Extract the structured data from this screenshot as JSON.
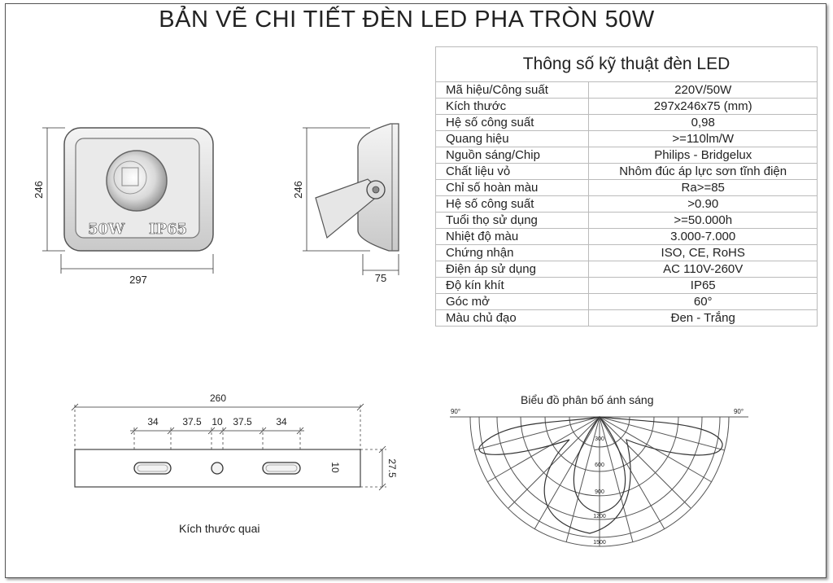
{
  "title": "BẢN VẼ CHI TIẾT ĐÈN LED PHA TRÒN 50W",
  "spec_table": {
    "heading": "Thông số kỹ thuật đèn LED",
    "rows": [
      {
        "label": "Mã hiệu/Công suất",
        "value": "220V/50W"
      },
      {
        "label": "Kích thước",
        "value": "297x246x75 (mm)"
      },
      {
        "label": "Hệ số công suất",
        "value": "0,98"
      },
      {
        "label": "Quang hiệu",
        "value": ">=110lm/W"
      },
      {
        "label": "Nguồn sáng/Chip",
        "value": "Philips - Bridgelux"
      },
      {
        "label": "Chất liệu vỏ",
        "value": "Nhôm đúc áp lực sơn tĩnh điện"
      },
      {
        "label": "Chỉ số hoàn màu",
        "value": "Ra>=85"
      },
      {
        "label": "Hệ số công suất",
        "value": ">0.90"
      },
      {
        "label": "Tuổi thọ sử dụng",
        "value": ">=50.000h"
      },
      {
        "label": "Nhiệt độ màu",
        "value": "3.000-7.000"
      },
      {
        "label": "Chứng nhận",
        "value": "ISO, CE, RoHS"
      },
      {
        "label": "Điện áp sử dụng",
        "value": "AC 110V-260V"
      },
      {
        "label": "Độ kín khít",
        "value": "IP65"
      },
      {
        "label": "Góc mở",
        "value": "60°"
      },
      {
        "label": "Màu chủ đạo",
        "value": "Đen - Trắng"
      }
    ]
  },
  "front_view": {
    "height": "246",
    "width": "297",
    "badge_power": "50W",
    "badge_ip": "IP65"
  },
  "side_view": {
    "height": "246",
    "depth": "75"
  },
  "bracket": {
    "caption": "Kích thước quai",
    "total": "260",
    "segments": [
      "34",
      "37.5",
      "10",
      "37.5",
      "34"
    ],
    "slot": "10",
    "height": "27.5"
  },
  "polar": {
    "caption": "Biểu đồ phân bố ánh sáng",
    "angle_left": "90°",
    "angle_right": "90°",
    "rings": [
      "300",
      "600",
      "900",
      "1200",
      "1500"
    ]
  }
}
